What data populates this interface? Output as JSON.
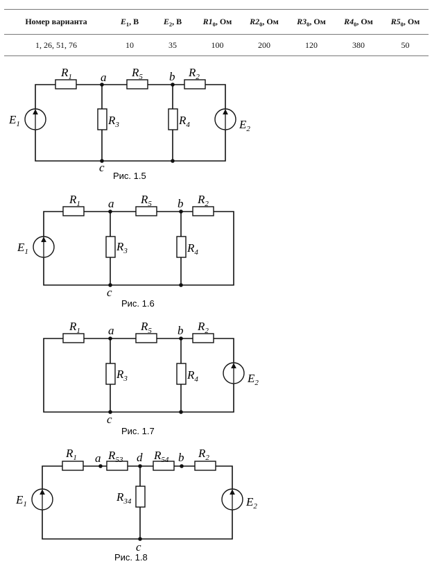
{
  "table": {
    "headers": [
      {
        "main": "Номер варианта",
        "sub": "",
        "suffix": ""
      },
      {
        "main": "E",
        "sub": "1",
        "suffix": ", В"
      },
      {
        "main": "E",
        "sub": "2",
        "suffix": ", В"
      },
      {
        "main": "R1",
        "sub": "0",
        "suffix": ", Ом"
      },
      {
        "main": "R2",
        "sub": "0",
        "suffix": ", Ом"
      },
      {
        "main": "R3",
        "sub": "0",
        "suffix": ", Ом"
      },
      {
        "main": "R4",
        "sub": "0",
        "suffix": ", Ом"
      },
      {
        "main": "R5",
        "sub": "0",
        "suffix": ", Ом"
      }
    ],
    "row": [
      "1, 26, 51, 76",
      "10",
      "35",
      "100",
      "200",
      "120",
      "380",
      "50"
    ]
  },
  "figures": [
    {
      "caption": "Рис. 1.5",
      "labels": {
        "R1": [
          "R",
          "1"
        ],
        "R5": [
          "R",
          "5"
        ],
        "R2": [
          "R",
          "2"
        ],
        "R3": [
          "R",
          "3"
        ],
        "R4": [
          "R",
          "4"
        ],
        "E1": [
          "E",
          "1"
        ],
        "E2": [
          "E",
          "2"
        ],
        "a": "a",
        "b": "b",
        "c": "c"
      }
    },
    {
      "caption": "Рис. 1.6",
      "labels": {
        "R1": [
          "R",
          "1"
        ],
        "R5": [
          "R",
          "5"
        ],
        "R2": [
          "R",
          "2"
        ],
        "R3": [
          "R",
          "3"
        ],
        "R4": [
          "R",
          "4"
        ],
        "E1": [
          "E",
          "1"
        ],
        "a": "a",
        "b": "b",
        "c": "c"
      }
    },
    {
      "caption": "Рис. 1.7",
      "labels": {
        "R1": [
          "R",
          "1"
        ],
        "R5": [
          "R",
          "5"
        ],
        "R2": [
          "R",
          "2"
        ],
        "R3": [
          "R",
          "3"
        ],
        "R4": [
          "R",
          "4"
        ],
        "E2": [
          "E",
          "2"
        ],
        "a": "a",
        "b": "b",
        "c": "c"
      }
    },
    {
      "caption": "Рис. 1.8",
      "labels": {
        "R1": [
          "R",
          "1"
        ],
        "R53": [
          "R",
          "53"
        ],
        "R54": [
          "R",
          "54"
        ],
        "R2": [
          "R",
          "2"
        ],
        "R34": [
          "R",
          "34"
        ],
        "E1": [
          "E",
          "1"
        ],
        "E2": [
          "E",
          "2"
        ],
        "a": "a",
        "d": "d",
        "b": "b",
        "c": "c"
      }
    }
  ]
}
